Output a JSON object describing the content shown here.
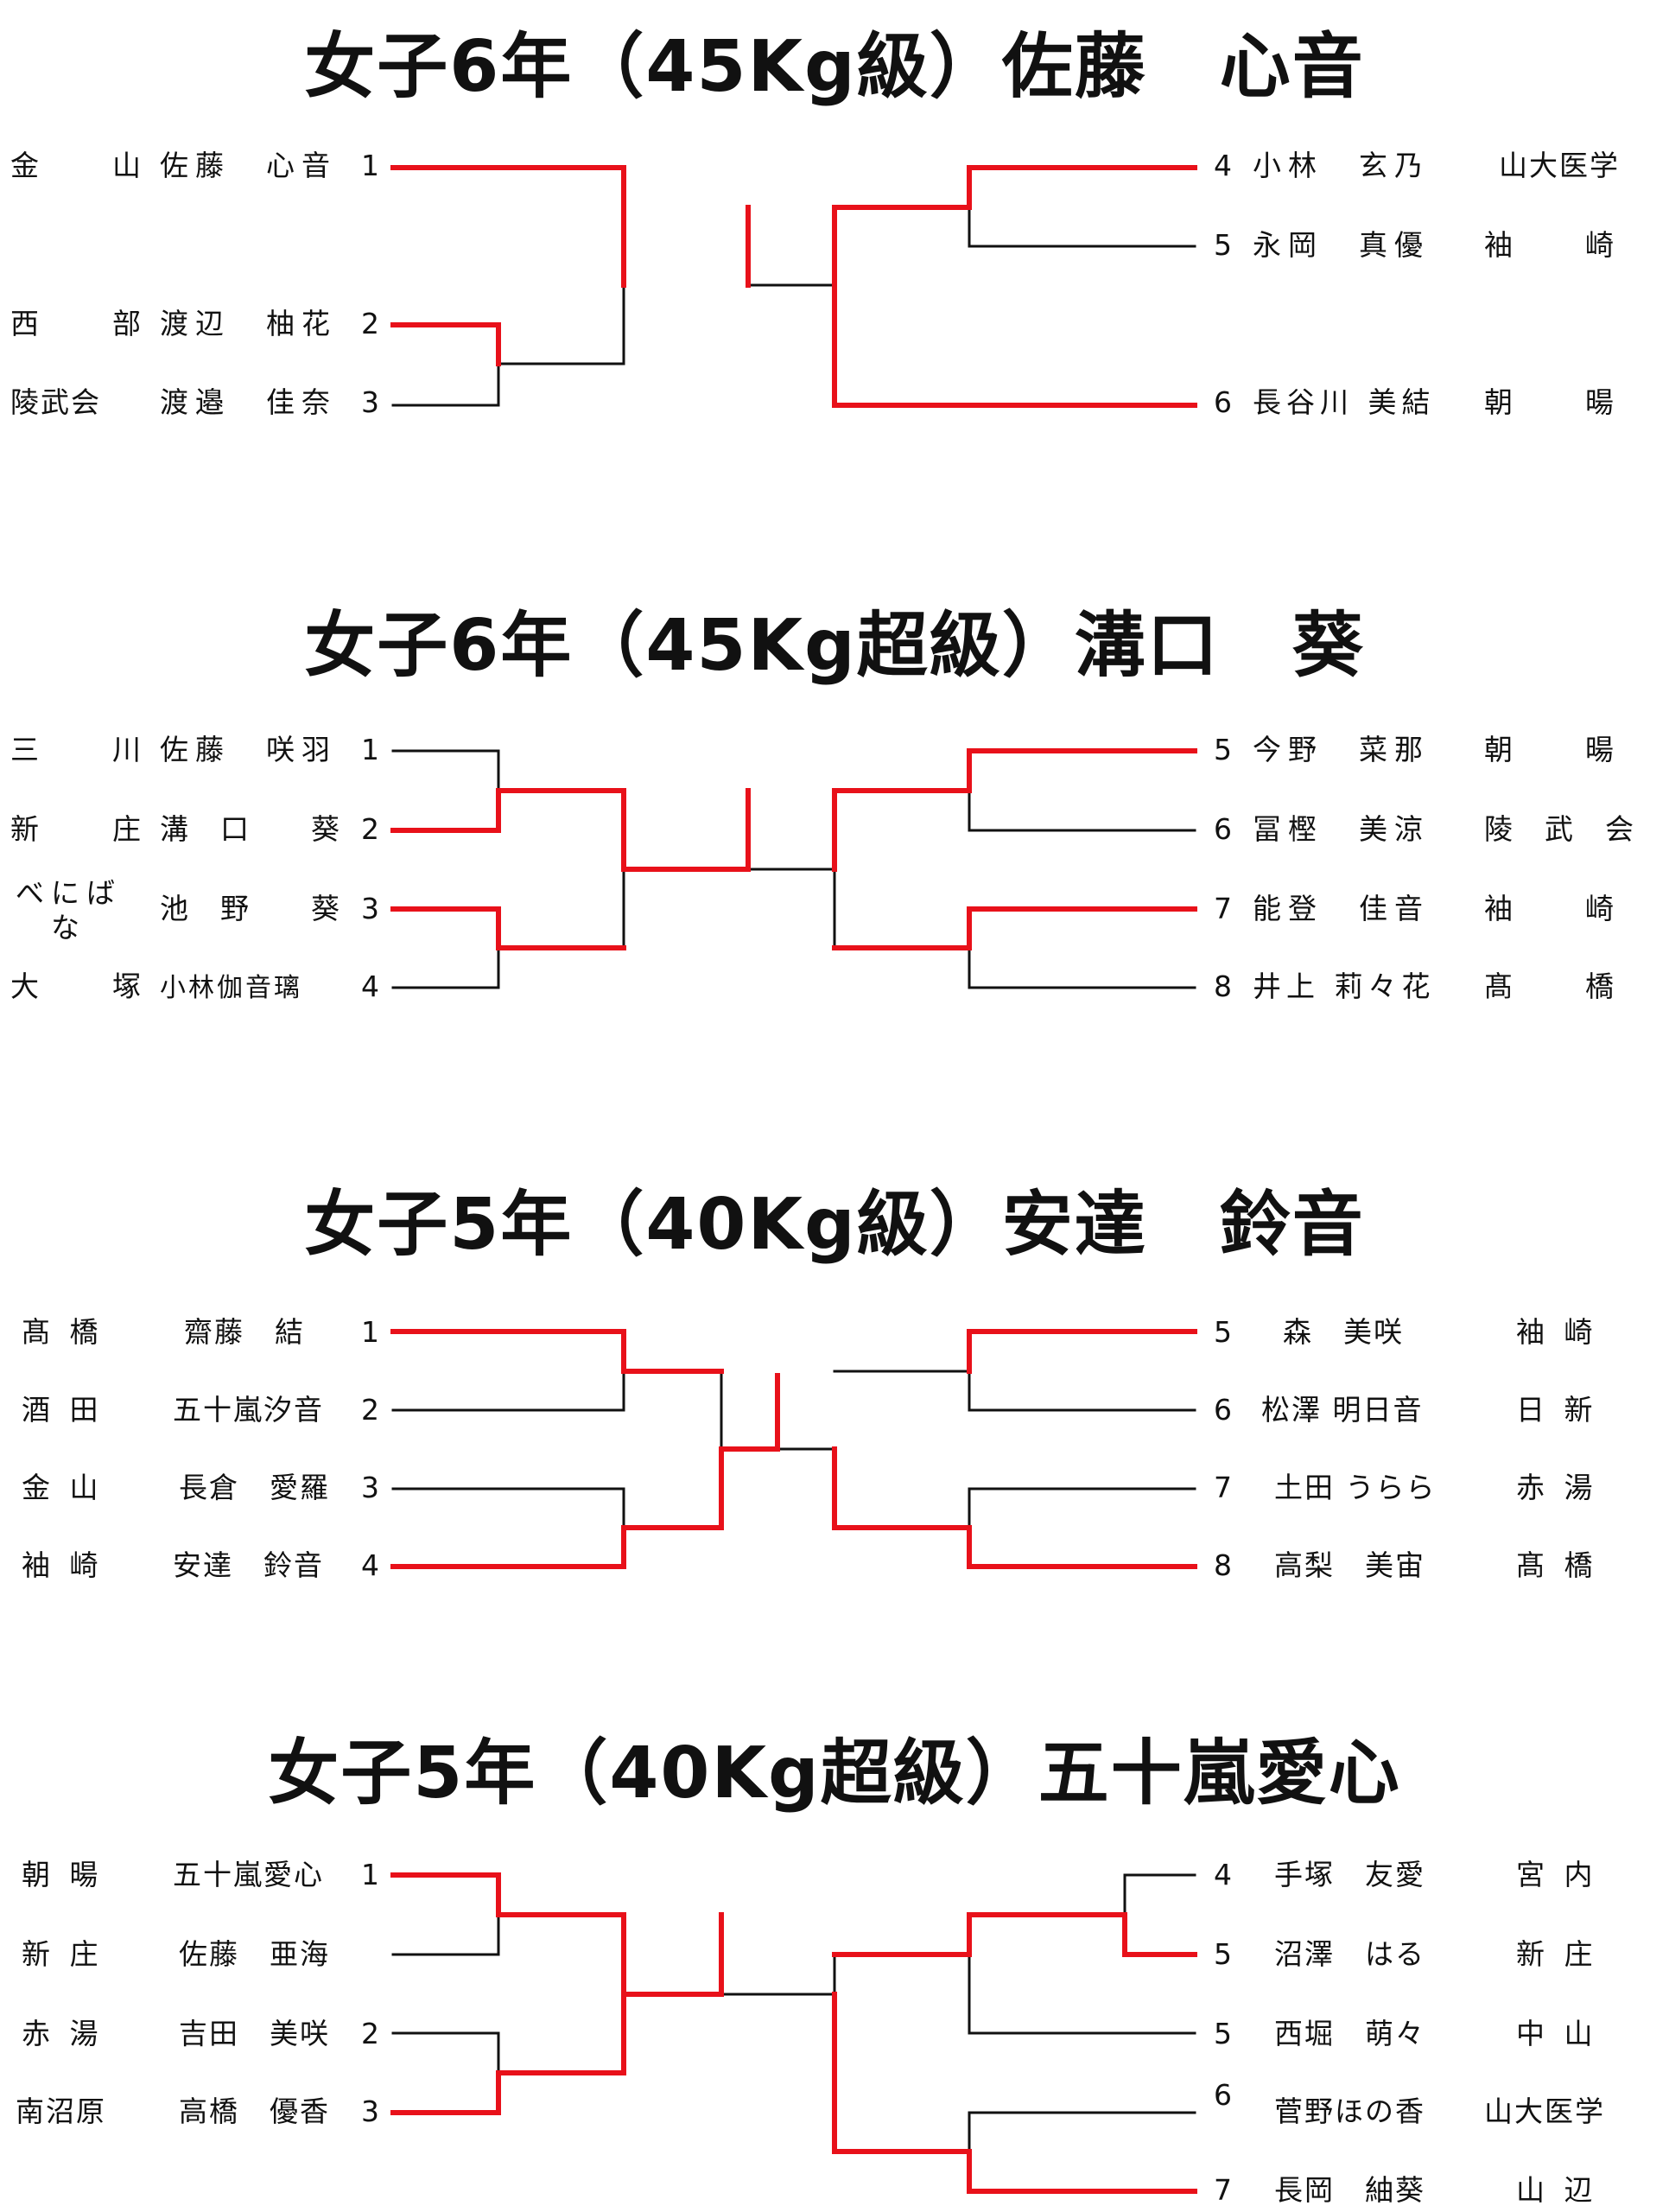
{
  "brackets": [
    {
      "title": "女子6年（45Kg級）佐藤　心音",
      "left": [
        {
          "team": "金　山",
          "name": "佐藤　心音",
          "seed": "1"
        },
        {
          "team": "西　部",
          "name": "渡辺　柚花",
          "seed": "2"
        },
        {
          "team": "陵武会",
          "name": "渡邉　佳奈",
          "seed": "3"
        }
      ],
      "right": [
        {
          "seed": "4",
          "name": "小林　玄乃",
          "team": "山大医学"
        },
        {
          "seed": "5",
          "name": "永岡　真優",
          "team": "袖　　崎"
        },
        {
          "seed": "6",
          "name": "長谷川 美結",
          "team": "朝　　暘"
        }
      ]
    },
    {
      "title": "女子6年（45Kg超級）溝口　葵",
      "left": [
        {
          "team": "三　川",
          "name": "佐藤　咲羽",
          "seed": "1"
        },
        {
          "team": "新　庄",
          "name": "溝　口　　葵",
          "seed": "2"
        },
        {
          "team": "べにばな",
          "name": "池　野　　葵",
          "seed": "3"
        },
        {
          "team": "大　塚",
          "name": "小林伽音璃",
          "seed": "4"
        }
      ],
      "right": [
        {
          "seed": "5",
          "name": "今野　菜那",
          "team": "朝　　暘"
        },
        {
          "seed": "6",
          "name": "冨樫　美涼",
          "team": "陵　武　会"
        },
        {
          "seed": "7",
          "name": "能登　佳音",
          "team": "袖　　崎"
        },
        {
          "seed": "8",
          "name": "井上 莉々花",
          "team": "髙　　橋"
        }
      ]
    },
    {
      "title": "女子5年（40Kg級）安達　鈴音",
      "left": [
        {
          "team": "髙 橋",
          "name": "齋藤　結",
          "seed": "1"
        },
        {
          "team": "酒 田",
          "name": "五十嵐汐音",
          "seed": "2"
        },
        {
          "team": "金 山",
          "name": "長倉　愛羅",
          "seed": "3"
        },
        {
          "team": "袖 崎",
          "name": "安達　鈴音",
          "seed": "4"
        }
      ],
      "right": [
        {
          "seed": "5",
          "name": "森　美咲",
          "team": "袖 崎"
        },
        {
          "seed": "6",
          "name": "松澤 明日音",
          "team": "日 新"
        },
        {
          "seed": "7",
          "name": "土田 うらら",
          "team": "赤 湯"
        },
        {
          "seed": "8",
          "name": "高梨　美宙",
          "team": "髙 橋"
        }
      ]
    },
    {
      "title": "女子5年（40Kg超級）五十嵐愛心",
      "left": [
        {
          "team": "朝 暘",
          "name": "五十嵐愛心",
          "seed": "1"
        },
        {
          "team": "新 庄",
          "name": "佐藤　亜海",
          "seed": ""
        },
        {
          "team": "赤 湯",
          "name": "吉田　美咲",
          "seed": "2"
        },
        {
          "team": "南沼原",
          "name": "高橋　優香",
          "seed": "3"
        }
      ],
      "right": [
        {
          "seed": "4",
          "name": "手塚　友愛",
          "team": "宮 内"
        },
        {
          "seed": "5",
          "name": "沼澤　はる",
          "team": "新 庄"
        },
        {
          "seed": "5",
          "name": "西堀　萌々",
          "team": "中 山"
        },
        {
          "seed": "6",
          "name": "菅野ほの香",
          "team": "山大医学"
        },
        {
          "seed": "7",
          "name": "長岡　紬葵",
          "team": "山 辺"
        }
      ]
    }
  ],
  "colors": {
    "win": "#e8111a",
    "line": "#111111"
  }
}
